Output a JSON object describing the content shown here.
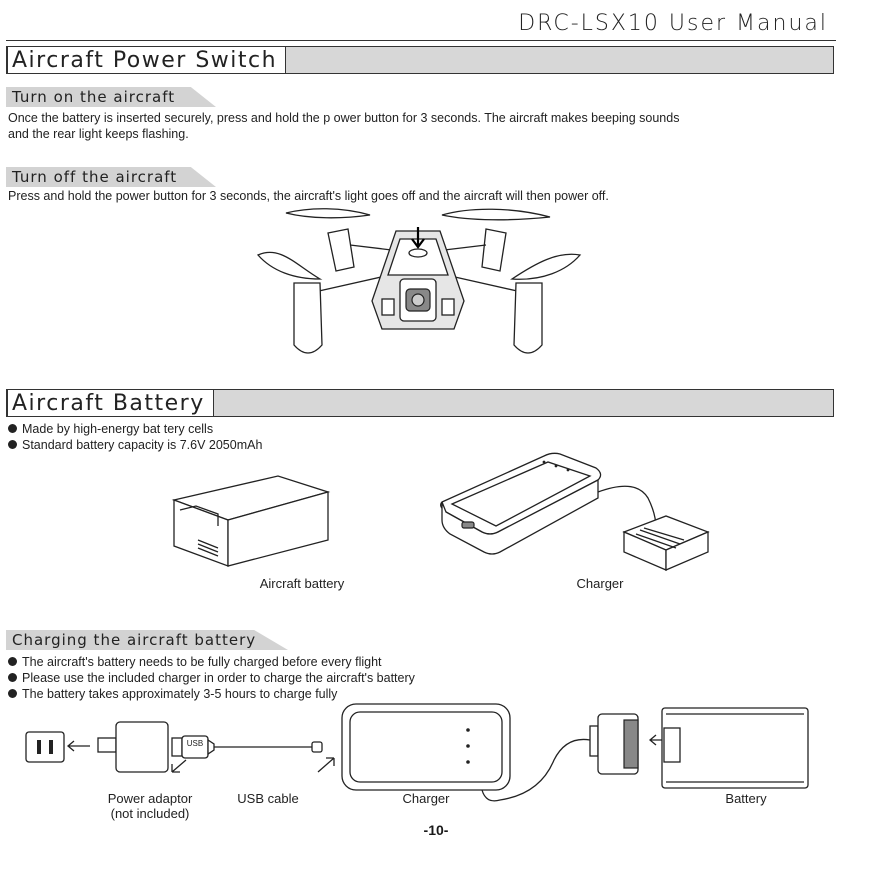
{
  "header": {
    "doc_title": "DRC-LSX10 User Manual"
  },
  "power_switch": {
    "title": "Aircraft Power Switch",
    "turn_on": {
      "heading": "Turn on the aircraft",
      "line1": "Once the battery is inserted securely, press and hold the p ower button for 3 seconds.  The aircraft makes beeping sounds",
      "line2": "and the rear light keeps flashing."
    },
    "turn_off": {
      "heading": "Turn off the aircraft",
      "text": "Press and hold the power button for 3 seconds, the aircraft's light goes off and the aircraft will then power off."
    }
  },
  "battery": {
    "title": "Aircraft Battery",
    "bullets": [
      "Made by high-energy bat tery cells",
      "Standard battery capacity is 7.6V 2050mAh"
    ],
    "captions": {
      "battery": "Aircraft battery",
      "charger": "Charger"
    }
  },
  "charging": {
    "heading": "Charging the aircraft battery",
    "bullets": [
      "The aircraft's battery needs to be fully charged before every flight",
      "Please use the included charger in order to charge the aircraft's battery",
      "The battery takes approximately 3-5 hours to charge fully"
    ],
    "captions": {
      "adaptor_line1": "Power adaptor",
      "adaptor_line2": "(not included)",
      "usb_cable": "USB cable",
      "charger": "Charger",
      "battery": "Battery"
    },
    "usb_label": "USB"
  },
  "footer": {
    "page_number": "-10-"
  }
}
